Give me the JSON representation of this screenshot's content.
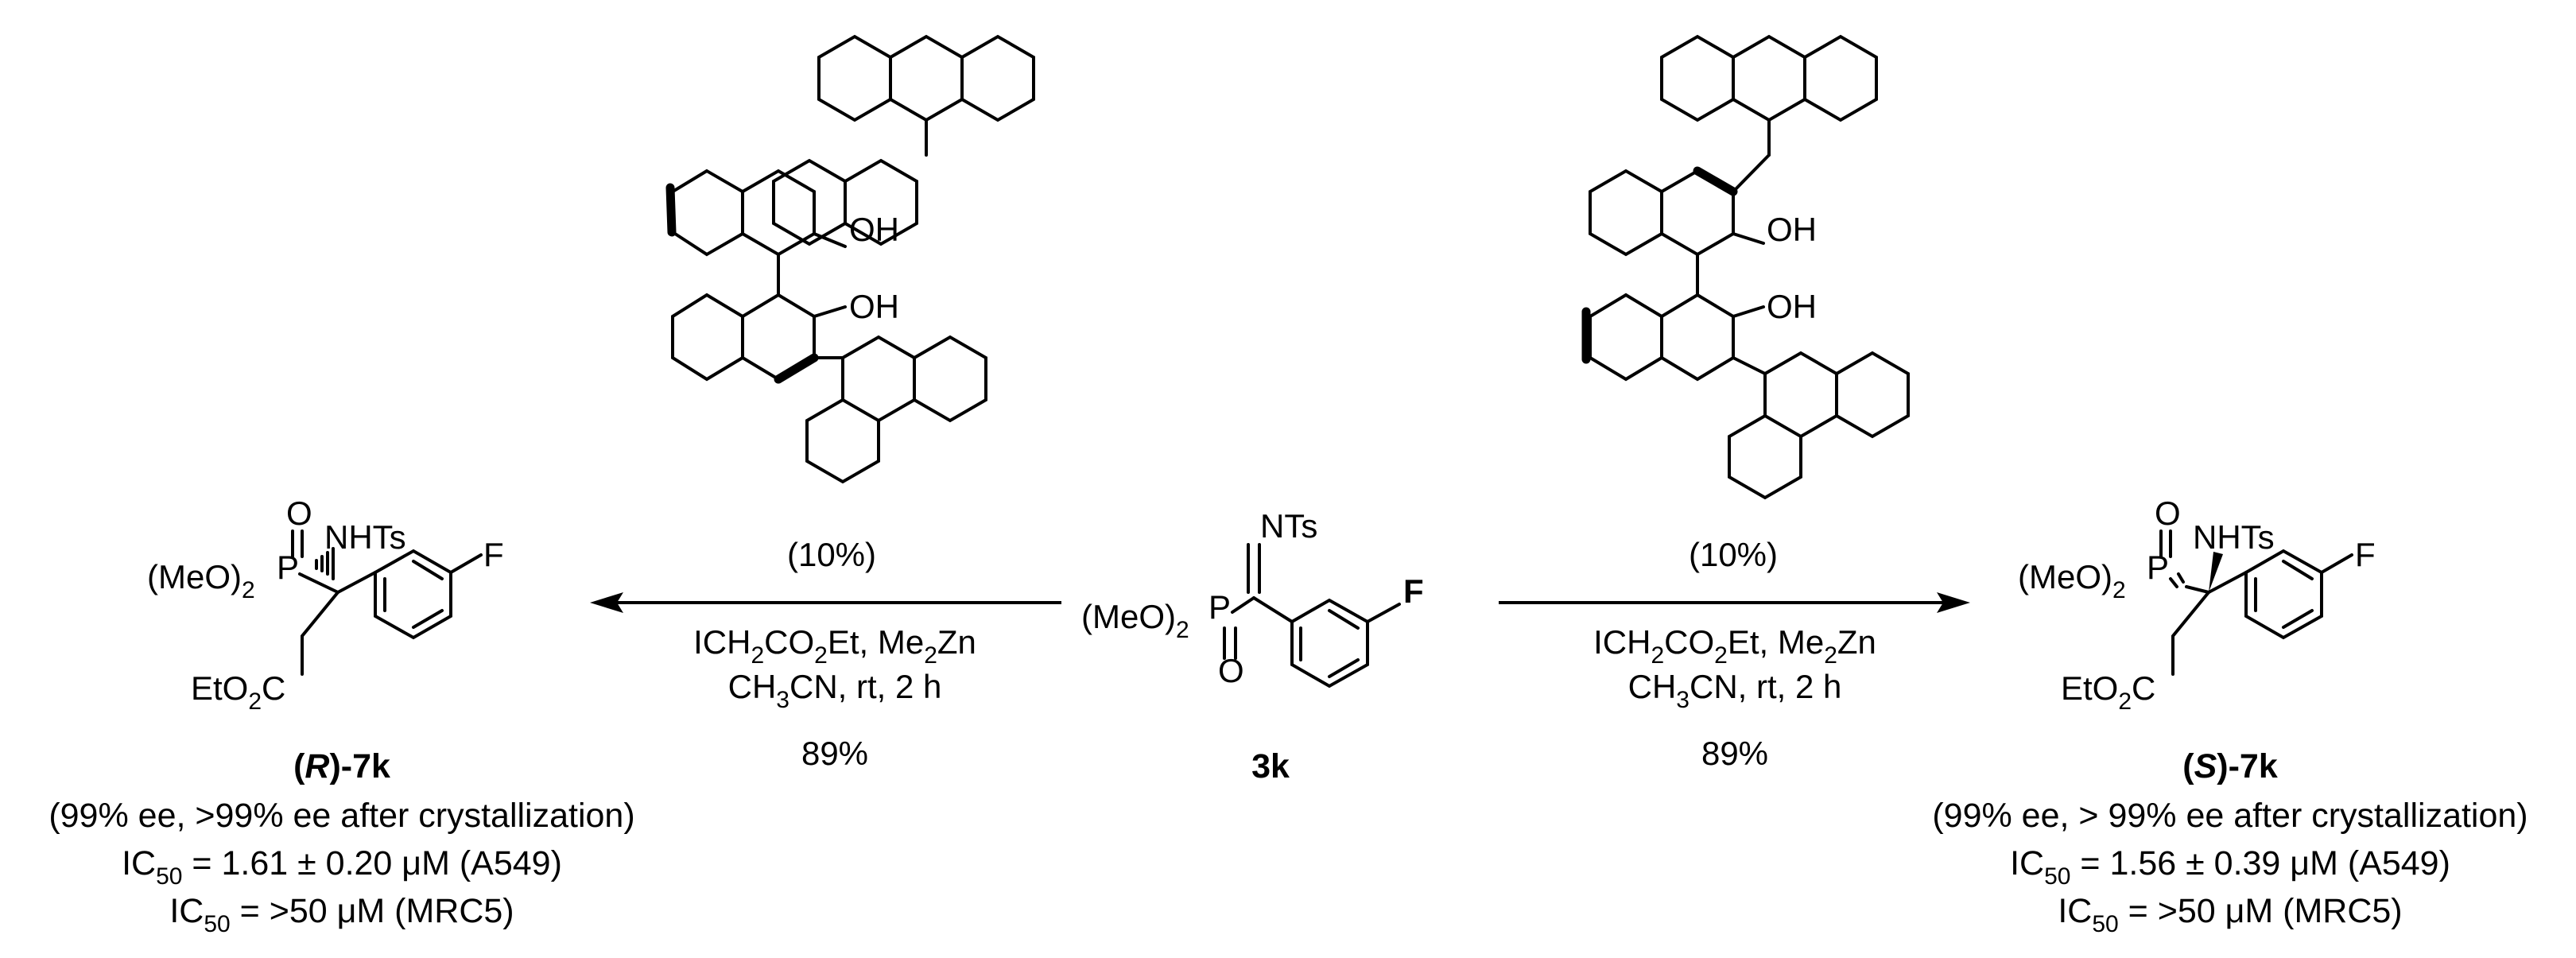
{
  "catalyst_left": {
    "oh_top": "OH",
    "oh_bottom": "OH",
    "loading": "(10%)"
  },
  "catalyst_right": {
    "oh_top": "OH",
    "oh_bottom": "OH",
    "loading": "(10%)"
  },
  "substrate": {
    "nts": "NTs",
    "meo2p": "(MeO)",
    "meo2p_sub": "2",
    "p": "P",
    "o": "O",
    "f": "F",
    "label": "3k"
  },
  "left_reaction": {
    "reagents_line1_a": "ICH",
    "reagents_line1_sub1": "2",
    "reagents_line1_b": "CO",
    "reagents_line1_sub2": "2",
    "reagents_line1_c": "Et, Me",
    "reagents_line1_sub3": "2",
    "reagents_line1_d": "Zn",
    "reagents_line2_a": "CH",
    "reagents_line2_sub": "3",
    "reagents_line2_b": "CN, rt, 2 h",
    "yield": "89%"
  },
  "right_reaction": {
    "reagents_line1_a": "ICH",
    "reagents_line1_sub1": "2",
    "reagents_line1_b": "CO",
    "reagents_line1_sub2": "2",
    "reagents_line1_c": "Et, Me",
    "reagents_line1_sub3": "2",
    "reagents_line1_d": "Zn",
    "reagents_line2_a": "CH",
    "reagents_line2_sub": "3",
    "reagents_line2_b": "CN, rt, 2 h",
    "yield": "89%"
  },
  "product_left": {
    "o": "O",
    "nhts": "NHTs",
    "meo2p": "(MeO)",
    "meo2p_sub": "2",
    "p": "P",
    "f": "F",
    "eto2c_a": "EtO",
    "eto2c_sub": "2",
    "eto2c_b": "C",
    "label_open": "(",
    "label_config": "R",
    "label_close": ")-7k",
    "ee": "(99% ee, >99% ee after crystallization)",
    "ic50_1_a": "IC",
    "ic50_1_sub": "50",
    "ic50_1_b": " =  1.61 ± 0.20 μM (A549)",
    "ic50_2_a": "IC",
    "ic50_2_sub": "50",
    "ic50_2_b": " = >50 μM (MRC5)"
  },
  "product_right": {
    "o": "O",
    "nhts": "NHTs",
    "meo2p": "(MeO)",
    "meo2p_sub": "2",
    "p": "P",
    "f": "F",
    "eto2c_a": "EtO",
    "eto2c_sub": "2",
    "eto2c_b": "C",
    "label_open": "(",
    "label_config": "S",
    "label_close": ")-7k",
    "ee": "(99% ee, > 99% ee after crystallization)",
    "ic50_1_a": "IC",
    "ic50_1_sub": "50",
    "ic50_1_b": " =  1.56 ± 0.39 μM (A549)",
    "ic50_2_a": "IC",
    "ic50_2_sub": "50",
    "ic50_2_b": " = >50 μM (MRC5)"
  }
}
